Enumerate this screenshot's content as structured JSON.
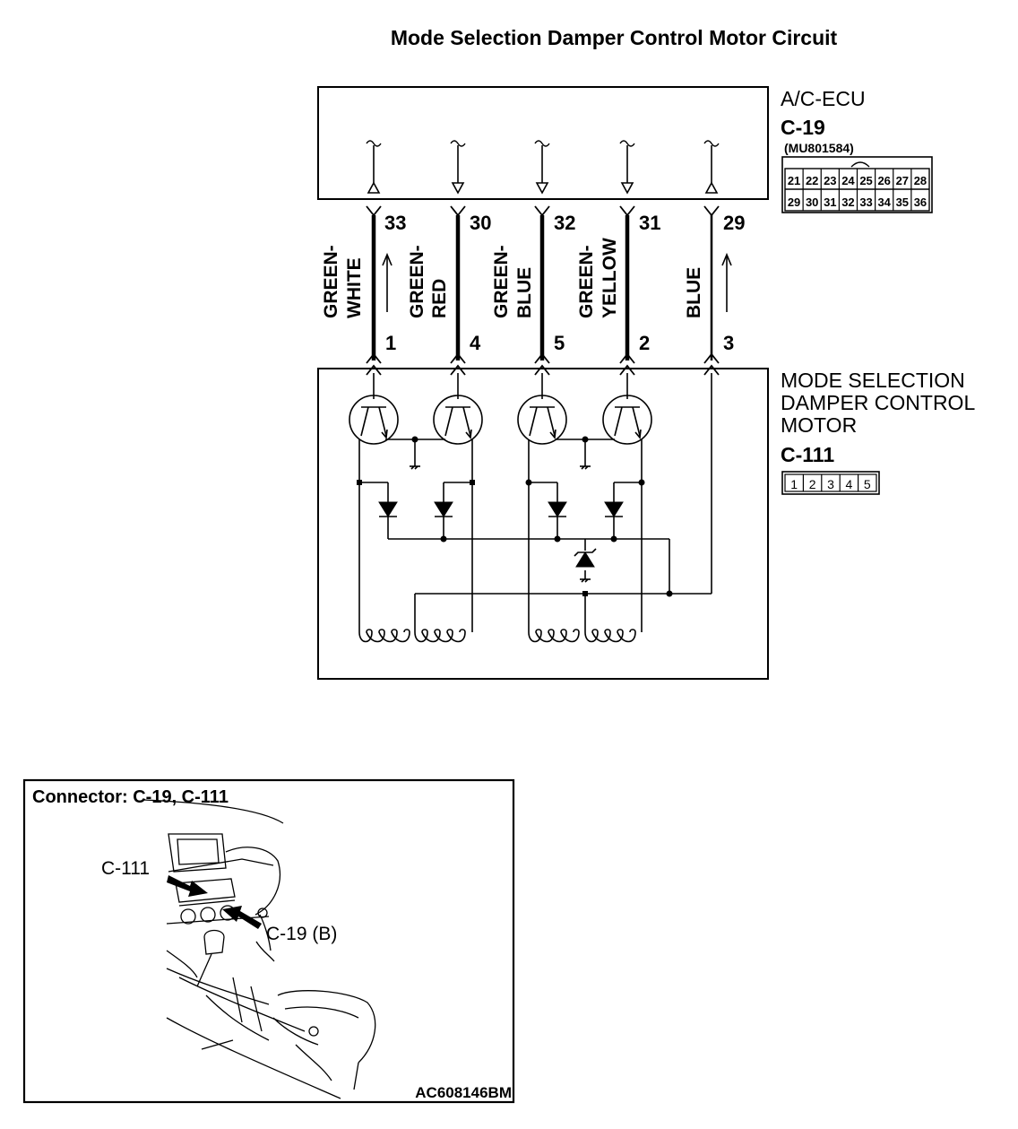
{
  "title": "Mode Selection Damper Control Motor Circuit",
  "ecu": {
    "name": "A/C-ECU",
    "connector": "C-19",
    "part_number": "(MU801584)",
    "pins_row1": [
      "21",
      "22",
      "23",
      "24",
      "25",
      "26",
      "27",
      "28"
    ],
    "pins_row2": [
      "29",
      "30",
      "31",
      "32",
      "33",
      "34",
      "35",
      "36"
    ]
  },
  "motor": {
    "name_lines": [
      "MODE SELECTION",
      "DAMPER CONTROL",
      "MOTOR"
    ],
    "connector": "C-111",
    "pins": [
      "1",
      "2",
      "3",
      "4",
      "5"
    ]
  },
  "wires": [
    {
      "ecu_pin": "33",
      "motor_pin": "1",
      "color_lines": [
        "GREEN-",
        "WHITE"
      ],
      "arrow": "up"
    },
    {
      "ecu_pin": "30",
      "motor_pin": "4",
      "color_lines": [
        "GREEN-",
        "RED"
      ],
      "arrow": ""
    },
    {
      "ecu_pin": "32",
      "motor_pin": "5",
      "color_lines": [
        "GREEN-",
        "BLUE"
      ],
      "arrow": ""
    },
    {
      "ecu_pin": "31",
      "motor_pin": "2",
      "color_lines": [
        "GREEN-",
        "YELLOW"
      ],
      "arrow": ""
    },
    {
      "ecu_pin": "29",
      "motor_pin": "3",
      "color_lines": [
        "BLUE"
      ],
      "arrow": "up"
    }
  ],
  "inset": {
    "title": "Connector: C-19, C-111",
    "label_c111": "C-111",
    "label_c19": "C-19 (B)",
    "figure_id": "AC608146BM"
  }
}
